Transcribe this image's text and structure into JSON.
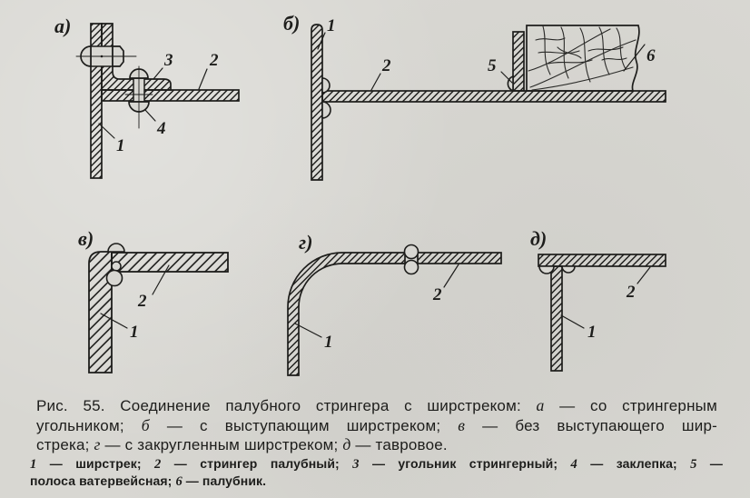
{
  "page": {
    "paper_color": "#d8d7d2",
    "ink_color": "#1d1d1b"
  },
  "figures": {
    "a": {
      "label": "а)",
      "callouts": {
        "c1": "1",
        "c2": "2",
        "c3": "3",
        "c4": "4"
      }
    },
    "b": {
      "label": "б)",
      "callouts": {
        "c1": "1",
        "c2": "2",
        "c5": "5",
        "c6": "6"
      }
    },
    "v": {
      "label": "в)",
      "callouts": {
        "c1": "1",
        "c2": "2"
      }
    },
    "g": {
      "label": "г)",
      "callouts": {
        "c1": "1",
        "c2": "2"
      }
    },
    "d": {
      "label": "д)",
      "callouts": {
        "c1": "1",
        "c2": "2"
      }
    }
  },
  "caption": {
    "lines": [
      [
        {
          "t": "Рис. 55. Соединение палубного стрингера с ширстреком: "
        },
        {
          "t": "а",
          "i": 1
        },
        {
          "t": " — со стрингерным"
        }
      ],
      [
        {
          "t": "угольником; "
        },
        {
          "t": "б",
          "i": 1
        },
        {
          "t": " — с выступающим ширстреком; "
        },
        {
          "t": "в",
          "i": 1
        },
        {
          "t": " — без выступающего шир-"
        }
      ],
      [
        {
          "t": "стрека; "
        },
        {
          "t": "г",
          "i": 1
        },
        {
          "t": " — с закругленным ширстреком; "
        },
        {
          "t": "д",
          "i": 1
        },
        {
          "t": " — тавровое."
        }
      ]
    ]
  },
  "legend": {
    "lines": [
      [
        {
          "t": "1",
          "i": 1
        },
        {
          "t": " — ширстрек;  "
        },
        {
          "t": "2",
          "i": 1
        },
        {
          "t": " — стрингер палубный;  "
        },
        {
          "t": "3",
          "i": 1
        },
        {
          "t": " — угольник стрингерный;  "
        },
        {
          "t": "4",
          "i": 1
        },
        {
          "t": " — заклепка;  "
        },
        {
          "t": "5",
          "i": 1
        },
        {
          "t": " —"
        }
      ],
      [
        {
          "t": "полоса ватервейсная; "
        },
        {
          "t": "6",
          "i": 1
        },
        {
          "t": " — палубник."
        }
      ]
    ]
  }
}
